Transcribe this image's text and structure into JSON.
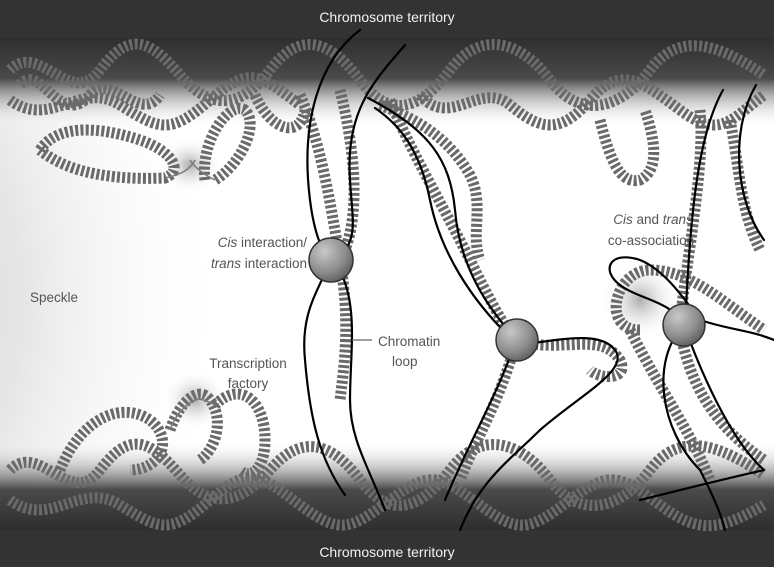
{
  "diagram": {
    "top_label": "Chromosome territory",
    "bottom_label": "Chromosome territory",
    "speckle": "Speckle",
    "cis_trans_interaction": {
      "line1_em": "Cis",
      "line1_rest": " interaction/",
      "line2_em": "trans",
      "line2_rest": " interaction"
    },
    "transcription_factory": {
      "line1": "Transcription",
      "line2": "factory"
    },
    "chromatin_loop": {
      "line1": "Chromatin",
      "line2": "loop"
    },
    "cis_trans_coassociation": {
      "line1_em1": "Cis",
      "line1_mid": " and ",
      "line1_em2": "trans",
      "line2": "co-association"
    },
    "colors": {
      "background": "#ffffff",
      "territory_band": "#333333",
      "chromatin": "#6f6f6f",
      "chromatin_dark": "#444444",
      "fiber": "#000000",
      "node_fill": "#8a8a8a",
      "label_text": "#555555",
      "band_text": "#f2f2f2"
    }
  }
}
